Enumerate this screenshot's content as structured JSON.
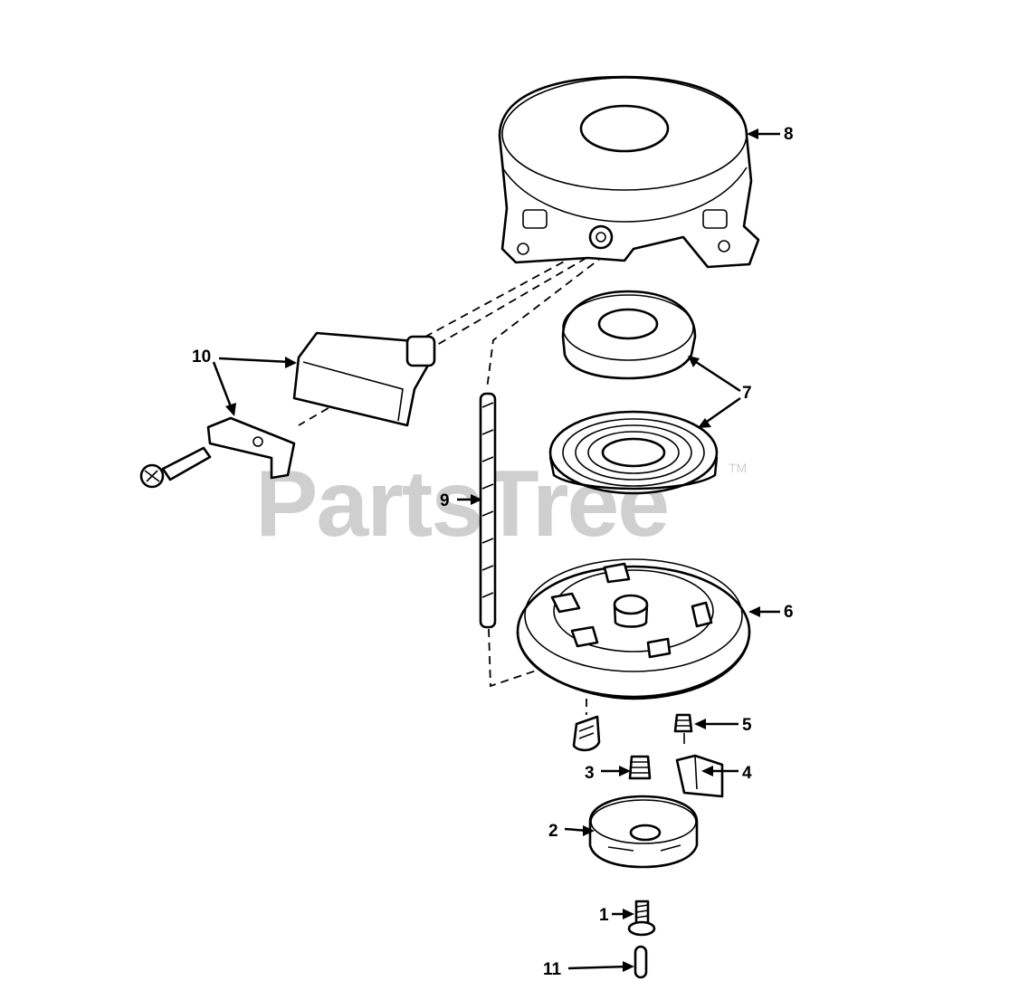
{
  "watermark": {
    "text": "PartsTree",
    "trademark": "TM"
  },
  "callouts": [
    {
      "id": "8",
      "label": "8"
    },
    {
      "id": "10",
      "label": "10"
    },
    {
      "id": "7",
      "label": "7"
    },
    {
      "id": "9",
      "label": "9"
    },
    {
      "id": "6",
      "label": "6"
    },
    {
      "id": "5",
      "label": "5"
    },
    {
      "id": "3",
      "label": "3"
    },
    {
      "id": "4",
      "label": "4"
    },
    {
      "id": "2",
      "label": "2"
    },
    {
      "id": "1",
      "label": "1"
    },
    {
      "id": "11",
      "label": "11"
    }
  ]
}
